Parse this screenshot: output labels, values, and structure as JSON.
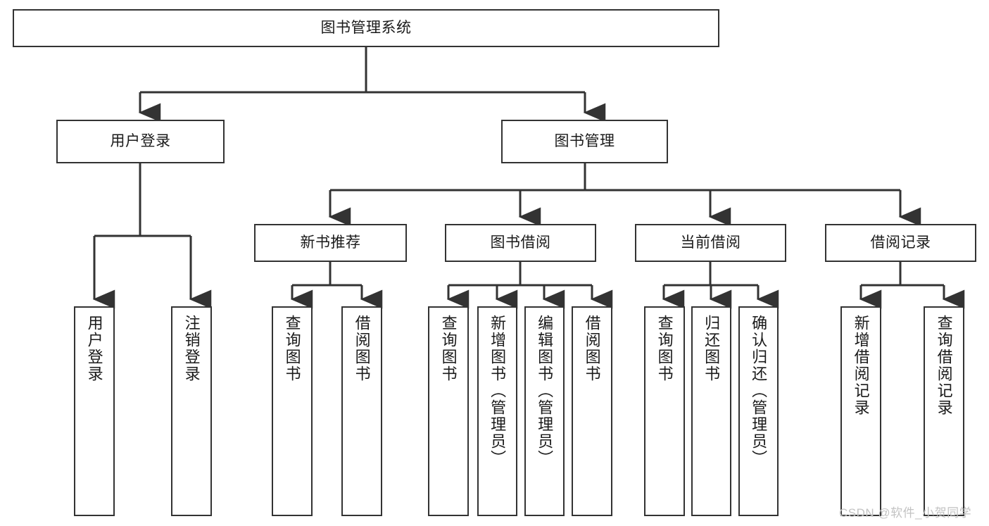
{
  "diagram": {
    "title": "图书管理系统",
    "watermark": "CSDN @软件_小贺同学",
    "line_color": "#333333",
    "box_border_color": "#333333",
    "box_fill": "#ffffff",
    "text_color": "#1a1a1a",
    "levels": {
      "root": {
        "label": "图书管理系统"
      },
      "level1": [
        {
          "id": "user-login",
          "label": "用户登录"
        },
        {
          "id": "book-management",
          "label": "图书管理"
        }
      ],
      "level2": [
        {
          "id": "new-book-recommend",
          "label": "新书推荐",
          "parent": "book-management"
        },
        {
          "id": "book-borrow",
          "label": "图书借阅",
          "parent": "book-management"
        },
        {
          "id": "current-borrow",
          "label": "当前借阅",
          "parent": "book-management"
        },
        {
          "id": "borrow-record",
          "label": "借阅记录",
          "parent": "book-management"
        }
      ],
      "leaves": [
        {
          "id": "leaf-user-login",
          "label": "用户登录",
          "parent": "user-login"
        },
        {
          "id": "leaf-logout-login",
          "label": "注销登录",
          "parent": "user-login"
        },
        {
          "id": "leaf-query-book-1",
          "label": "查询图书",
          "parent": "new-book-recommend"
        },
        {
          "id": "leaf-borrow-book-1",
          "label": "借阅图书",
          "parent": "new-book-recommend"
        },
        {
          "id": "leaf-query-book-2",
          "label": "查询图书",
          "parent": "book-borrow"
        },
        {
          "id": "leaf-add-book",
          "label": "新增图书（管理员）",
          "parent": "book-borrow"
        },
        {
          "id": "leaf-edit-book",
          "label": "编辑图书（管理员）",
          "parent": "book-borrow"
        },
        {
          "id": "leaf-borrow-book-2",
          "label": "借阅图书",
          "parent": "book-borrow"
        },
        {
          "id": "leaf-query-book-3",
          "label": "查询图书",
          "parent": "current-borrow"
        },
        {
          "id": "leaf-return-book",
          "label": "归还图书",
          "parent": "current-borrow"
        },
        {
          "id": "leaf-confirm-return",
          "label": "确认归还（管理员）",
          "parent": "current-borrow"
        },
        {
          "id": "leaf-add-record",
          "label": "新增借阅记录",
          "parent": "borrow-record"
        },
        {
          "id": "leaf-query-record",
          "label": "查询借阅记录",
          "parent": "borrow-record"
        }
      ]
    }
  }
}
